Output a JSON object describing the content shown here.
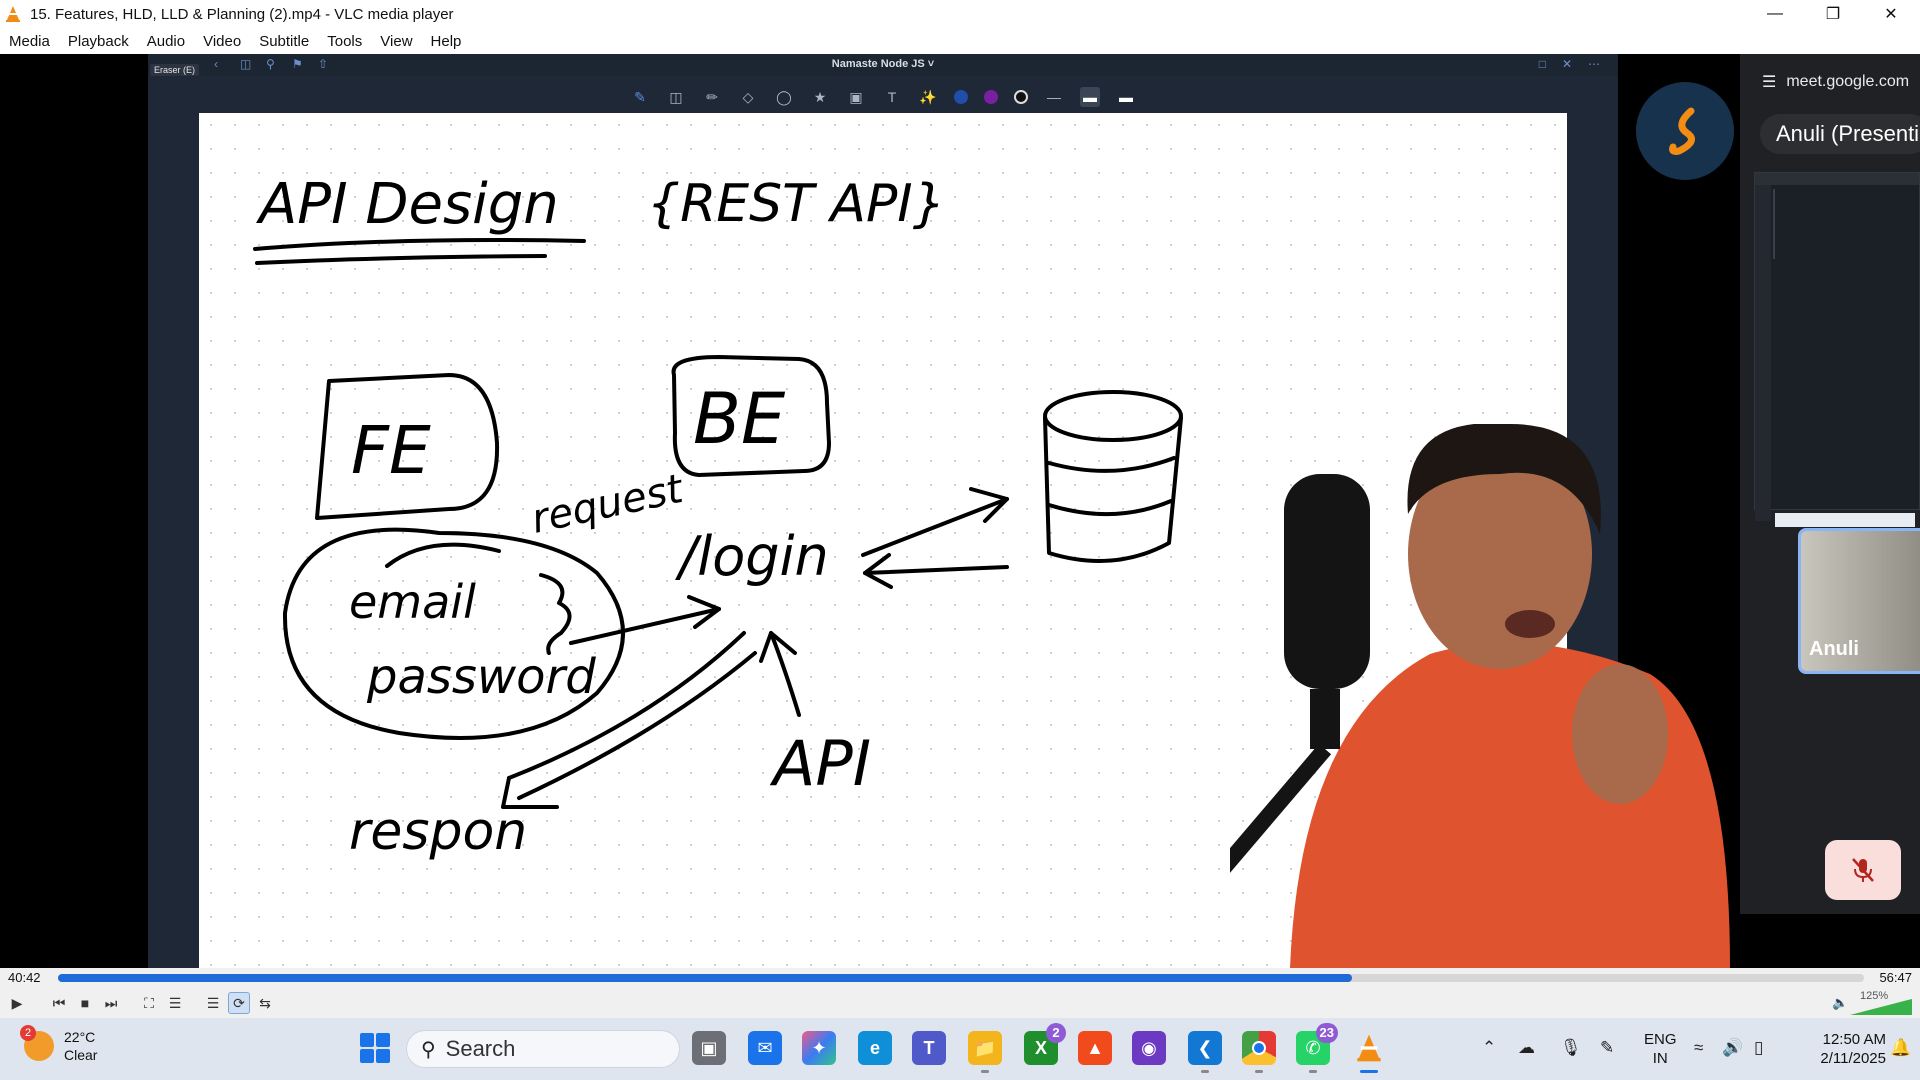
{
  "window": {
    "title": "15. Features, HLD, LLD & Planning (2).mp4 - VLC media player",
    "controls": [
      "minimize",
      "maximize",
      "close"
    ]
  },
  "menubar": {
    "items": [
      "Media",
      "Playback",
      "Audio",
      "Video",
      "Subtitle",
      "Tools",
      "View",
      "Help"
    ]
  },
  "video": {
    "notes_app": {
      "eraser_tooltip": "Eraser (E)",
      "document_title": "Namaste Node JS ˅",
      "colors": {
        "blue": "#1f4fa8",
        "purple": "#7a1fa2",
        "black": "#111111"
      }
    },
    "whiteboard": {
      "heading": "API Design",
      "heading_suffix": "{REST API}",
      "box_fe": "FE",
      "box_be": "BE",
      "bubble_line1": "email",
      "bubble_line2": "password",
      "request_label": "request",
      "endpoint": "/login",
      "api_label": "API",
      "response_label": "respon"
    },
    "meet": {
      "url": "meet.google.com",
      "presenter_name": "Anuli (Presenting)",
      "participant_name": "Anuli",
      "mic_state": "muted"
    }
  },
  "playback": {
    "elapsed": "40:42",
    "total": "56:47",
    "progress": 0.7167,
    "volume_label": "125%",
    "volume_level": 1.25
  },
  "taskbar": {
    "weather_badge": "2",
    "temperature": "22°C",
    "condition": "Clear",
    "search_placeholder": "Search",
    "xbox_badge": "2",
    "whatsapp_badge": "23",
    "language_line1": "ENG",
    "language_line2": "IN",
    "time": "12:50 AM",
    "date": "2/11/2025"
  }
}
